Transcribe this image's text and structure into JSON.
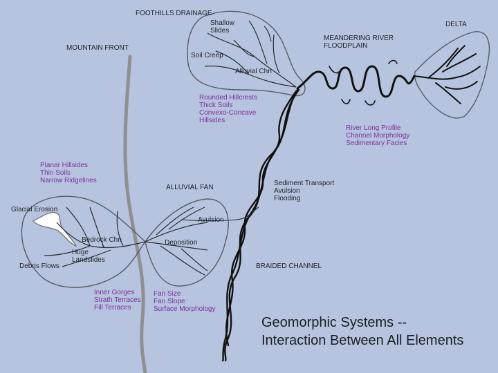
{
  "labels": {
    "foothills_drainage": "FOOTHILLS DRAINAGE",
    "shallow_slides": "Shallow\nSlides",
    "soil_creep": "Soil Creep",
    "alluvial_chn": "Alluvial Chn",
    "mountain_front": "MOUNTAIN FRONT",
    "meandering_river": "MEANDERING RIVER\nFLOODPLAIN",
    "delta": "DELTA",
    "alluvial_fan": "ALLUVIAL FAN",
    "glacial_erosion": "Glacial Erosion",
    "bedrock_chn": "Bedrock Chn",
    "huge_landslides": "Huge\nLandslides",
    "debris_flows": "Debris Flows",
    "avulsion": "Avulsion",
    "deposition": "Deposition",
    "braided_channel": "BRAIDED CHANNEL"
  },
  "process_lists": {
    "hillcrests": [
      "Rounded Hillcrests",
      "Thick Soils",
      "Convexo-Concave",
      "Hillsides"
    ],
    "planar": [
      "Planar Hillsides",
      "Thin Soils",
      "Narrow Ridgelines"
    ],
    "river_profile": [
      "River Long Profile",
      "Channel Morphology",
      "Sedimentary Facies"
    ],
    "sediment": [
      "Sediment Transport",
      "Avulsion",
      "Flooding"
    ],
    "gorges": [
      "Inner Gorges",
      "Strath Terraces",
      "Fill Terraces"
    ],
    "fan": [
      "Fan Size",
      "Fan Slope",
      "Surface Morphology"
    ]
  },
  "title": {
    "line1": "Geomorphic Systems --",
    "line2": "Interaction Between All Elements"
  },
  "colors": {
    "background": "#b7c4df",
    "outline": "#5a5a60",
    "channel": "#111111",
    "mountain_front": "#8f8f94",
    "process_text": "#7a2f9a"
  }
}
